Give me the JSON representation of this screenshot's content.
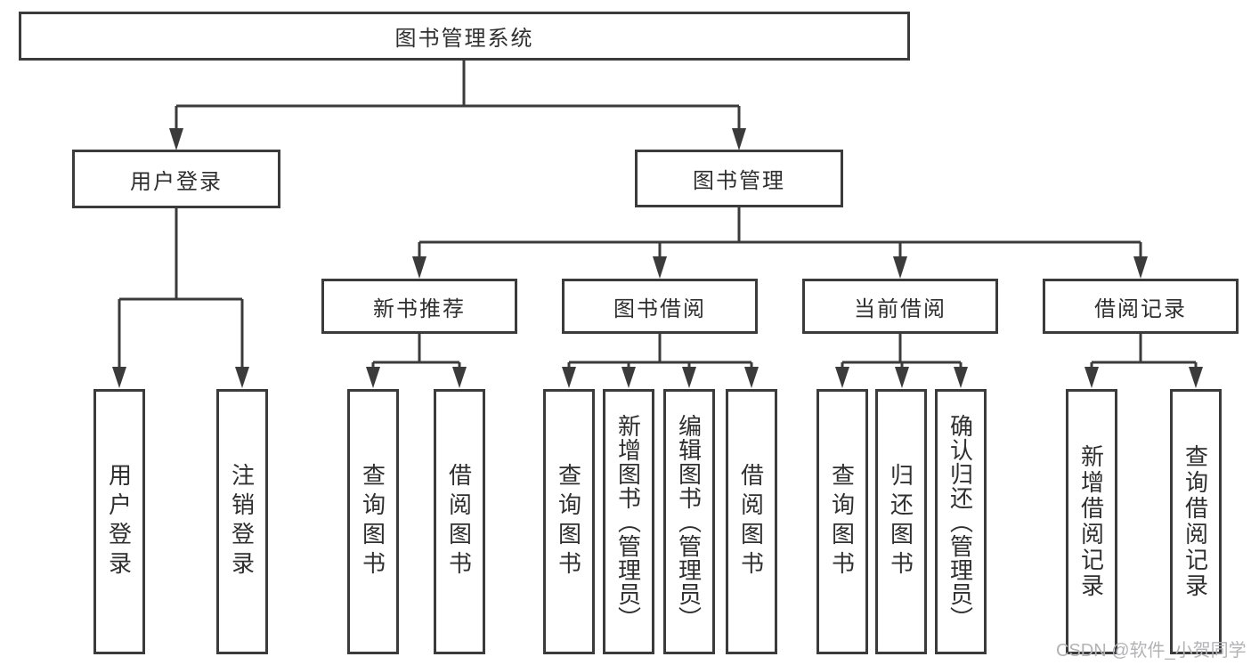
{
  "tree": {
    "label": "图书管理系统",
    "children": [
      {
        "label": "用户登录",
        "children": [
          {
            "label": "用户登录"
          },
          {
            "label": "注销登录"
          }
        ]
      },
      {
        "label": "图书管理",
        "children": [
          {
            "label": "新书推荐",
            "children": [
              {
                "label": "查询图书"
              },
              {
                "label": "借阅图书"
              }
            ]
          },
          {
            "label": "图书借阅",
            "children": [
              {
                "label": "查询图书"
              },
              {
                "label": "新增图书（管理员）"
              },
              {
                "label": "编辑图书（管理员）"
              },
              {
                "label": "借阅图书"
              }
            ]
          },
          {
            "label": "当前借阅",
            "children": [
              {
                "label": "查询图书"
              },
              {
                "label": "归还图书"
              },
              {
                "label": "确认归还（管理员）"
              }
            ]
          },
          {
            "label": "借阅记录",
            "children": [
              {
                "label": "新增借阅记录"
              },
              {
                "label": "查询借阅记录"
              }
            ]
          }
        ]
      }
    ]
  },
  "watermark": {
    "text": "CSDN @软件_小贺同学"
  },
  "colors": {
    "line": "#3b3b3b",
    "text": "#2f2f2f",
    "watermark": "#b3b3b6",
    "background": "#ffffff"
  }
}
